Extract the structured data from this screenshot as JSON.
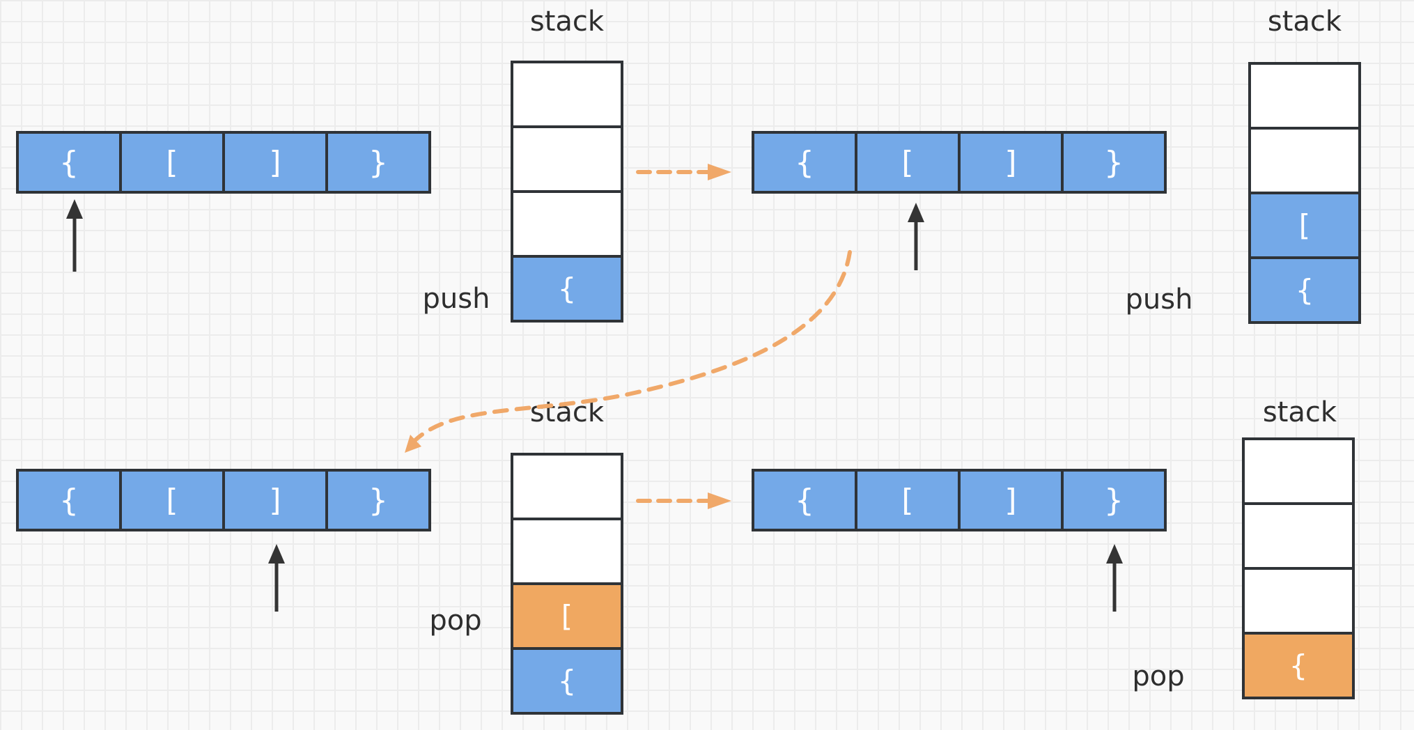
{
  "colors": {
    "blue": "#74a9e8",
    "orange": "#f0a861",
    "arrow_orange": "#f0a869",
    "ink": "#343434",
    "cell_stroke": "#2f3337",
    "background": "#f9f9f9",
    "grid_line": "#ececec",
    "cell_text": "#ffffff"
  },
  "labels": {
    "stack_title": "stack",
    "push": "push",
    "pop": "pop"
  },
  "array_values": [
    "{",
    "[",
    "]",
    "}"
  ],
  "panels": [
    {
      "name": "top-left",
      "operation": "push",
      "pointer_cell_index": 0,
      "stack_cells": [
        {
          "v": ""
        },
        {
          "v": ""
        },
        {
          "v": ""
        },
        {
          "v": "{",
          "color": "blue"
        }
      ]
    },
    {
      "name": "top-right",
      "operation": "push",
      "pointer_cell_index": 1,
      "stack_cells": [
        {
          "v": ""
        },
        {
          "v": ""
        },
        {
          "v": "[",
          "color": "blue"
        },
        {
          "v": "{",
          "color": "blue"
        }
      ]
    },
    {
      "name": "bottom-left",
      "operation": "pop",
      "pointer_cell_index": 2,
      "stack_cells": [
        {
          "v": ""
        },
        {
          "v": ""
        },
        {
          "v": "[",
          "color": "orange"
        },
        {
          "v": "{",
          "color": "blue"
        }
      ]
    },
    {
      "name": "bottom-right",
      "operation": "pop",
      "pointer_cell_index": 3,
      "stack_cells": [
        {
          "v": ""
        },
        {
          "v": ""
        },
        {
          "v": ""
        },
        {
          "v": "{",
          "color": "orange"
        }
      ]
    }
  ]
}
